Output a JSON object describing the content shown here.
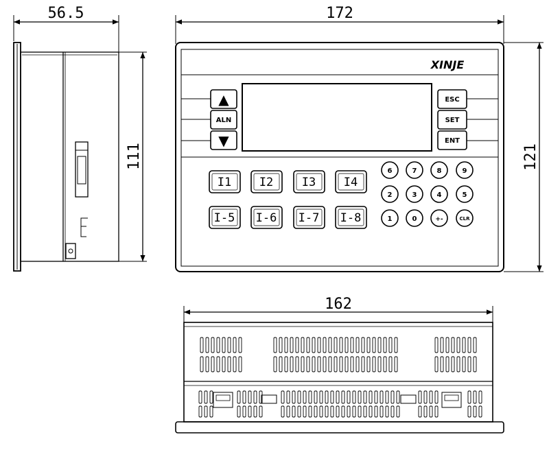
{
  "brand": "XINJE",
  "dimensions": {
    "side_depth": "56.5",
    "front_width": "172",
    "front_height": "121",
    "side_height": "111",
    "bottom_width": "162"
  },
  "left_keys": {
    "up_symbol": "▲",
    "aln_label": "ALN",
    "down_symbol": "▼"
  },
  "right_keys": [
    "ESC",
    "SET",
    "ENT"
  ],
  "function_keys": [
    "I1",
    "I2",
    "I3",
    "I4",
    "I-5",
    "I-6",
    "I-7",
    "I-8"
  ],
  "number_keys": [
    "6",
    "7",
    "8",
    "9",
    "2",
    "3",
    "4",
    "5",
    "1",
    "0",
    "+-",
    "CLR"
  ]
}
